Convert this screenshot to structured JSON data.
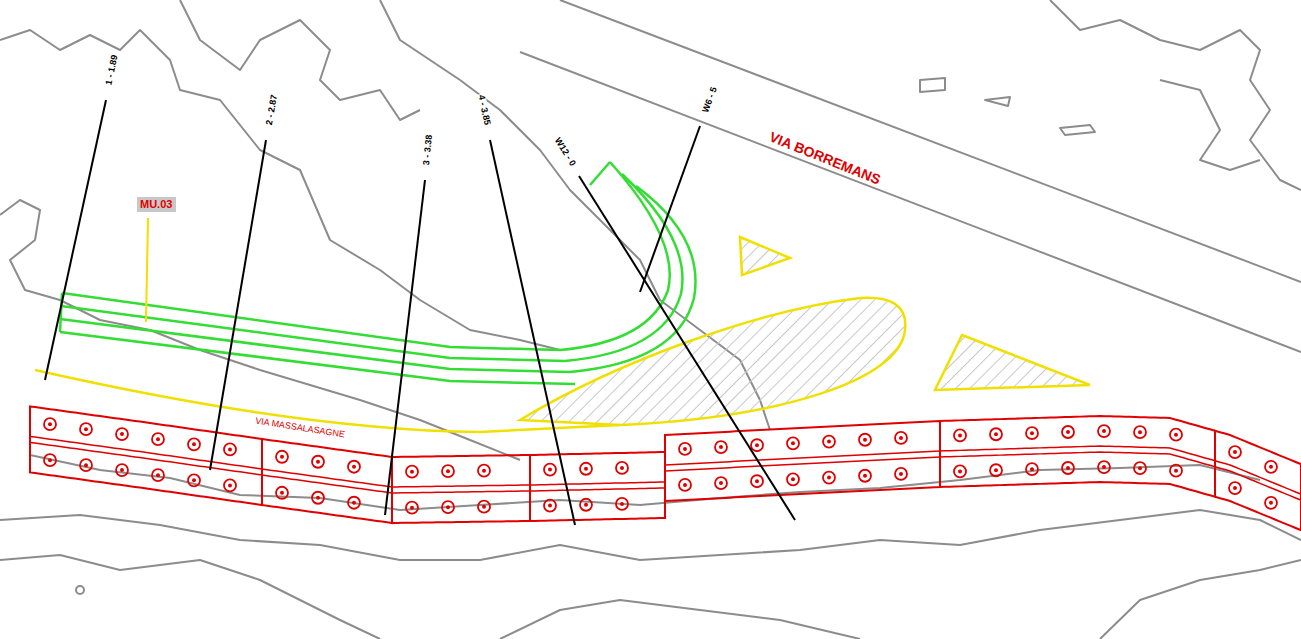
{
  "diagram": {
    "nodes": [
      {
        "text": [
          "MU.03"
        ]
      }
    ],
    "labels": [
      "VIA BORREMANS",
      "VIA MASSALASAGNE",
      "1 - 1.89",
      "2 - 2.87",
      "3 - 3.38",
      "4 - 3.85",
      "W12 - 0",
      "W6 - 5"
    ]
  }
}
